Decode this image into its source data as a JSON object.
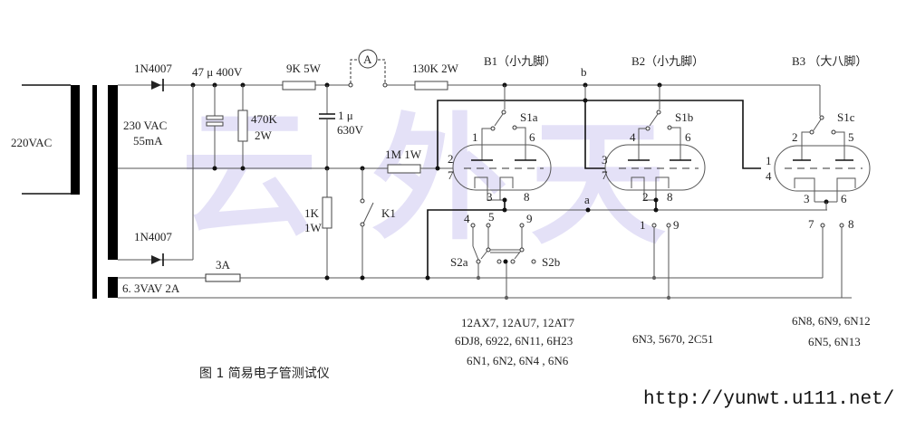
{
  "watermark": [
    "云",
    "外",
    "天"
  ],
  "transformer": {
    "primary_label": "220VAC",
    "secondary_hv_label_1": "230 VAC",
    "secondary_hv_label_2": "55mA",
    "secondary_lv_label": "6. 3VAV  2A"
  },
  "components": {
    "diode_top": "1N4007",
    "diode_bottom": "1N4007",
    "cap_main": "47 μ 400V",
    "resistor_470k_1": "470K",
    "resistor_470k_2": "2W",
    "resistor_9k": "9K  5W",
    "ammeter": "A",
    "cap_1u_1": "1 μ",
    "cap_1u_2": "630V",
    "resistor_130k": "130K  2W",
    "resistor_1m": "1M 1W",
    "resistor_1k_1": "1K",
    "resistor_1k_2": "1W",
    "switch_k1": "K1",
    "fuse": "3A",
    "switch_s2a": "S2a",
    "switch_s2b": "S2b"
  },
  "nodes": {
    "a": "a",
    "b": "b"
  },
  "tubes": [
    {
      "title": "B1（小九脚）",
      "switch": "S1a",
      "pins_top": [
        "1",
        "6"
      ],
      "pins_left": [
        "2",
        "7"
      ],
      "pins_bottom": [
        "3",
        "8"
      ],
      "heater_pins": [
        "4",
        "5",
        "9"
      ],
      "models": [
        "12AX7, 12AU7, 12AT7",
        "6DJ8, 6922, 6N11, 6H23",
        "6N1, 6N2, 6N4 , 6N6"
      ]
    },
    {
      "title": "B2（小九脚）",
      "switch": "S1b",
      "pins_top": [
        "4",
        "6"
      ],
      "pins_left": [
        "3",
        "7"
      ],
      "pins_bottom": [
        "2",
        "8"
      ],
      "heater_pins": [
        "1",
        "9"
      ],
      "models": [
        "6N3, 5670, 2C51"
      ]
    },
    {
      "title": "B3 （大八脚）",
      "switch": "S1c",
      "pins_top": [
        "2",
        "5"
      ],
      "pins_left": [
        "1",
        "4"
      ],
      "pins_bottom": [
        "3",
        "6"
      ],
      "heater_pins": [
        "7",
        "8"
      ],
      "models": [
        "6N8, 6N9, 6N12",
        "6N5, 6N13"
      ]
    }
  ],
  "caption": "图 1   简易电子管测试仪",
  "url": "http://yunwt.u111.net/"
}
